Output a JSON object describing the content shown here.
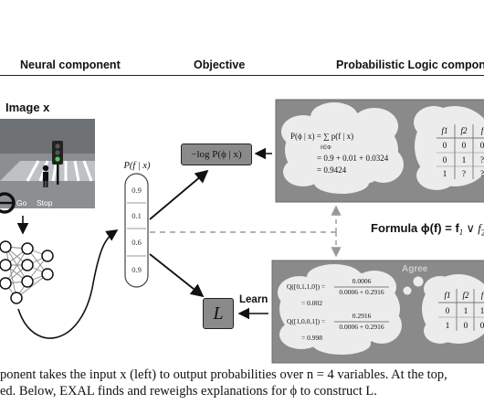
{
  "headers": {
    "neural": "Neural component",
    "objective": "Objective",
    "probabilistic": "Probabilistic Logic componen"
  },
  "image_label": "Image x",
  "scene": {
    "go": "Go",
    "stop": "Stop"
  },
  "prob_vector": {
    "label": "P(f | x)",
    "values": [
      "0.9",
      "0.1",
      "0.6",
      "0.9"
    ]
  },
  "objective_box": "−log P(ϕ | x)",
  "learn_label": "Learn",
  "L_box": "L",
  "formula_prefix": "Formula ϕ(f) = f",
  "top_cloud": {
    "lines": [
      "P(ϕ | x) = ∑ p(f | x)",
      "f∈Φ",
      "= 0.9 + 0.01 + 0.0324",
      "= 0.9424"
    ],
    "table_headers": [
      "f1",
      "f2",
      "f"
    ],
    "table_rows": [
      [
        "0",
        "0",
        "0"
      ],
      [
        "0",
        "1",
        "?"
      ],
      [
        "1",
        "?",
        "?"
      ]
    ]
  },
  "agree_label": "Agree",
  "bottom_cloud": {
    "q1_lhs": "Q([0,1,1,0]) =",
    "q1_num": "0.0006",
    "q1_den": "0.0006 + 0.2916",
    "q1_res": "= 0.002",
    "q2_lhs": "Q([1,0,0,1]) =",
    "q2_num": "0.2916",
    "q2_den": "0.0006 + 0.2916",
    "q2_res": "= 0.998",
    "table_headers": [
      "f1",
      "f2",
      "f"
    ],
    "table_rows": [
      [
        "0",
        "1",
        "1"
      ],
      [
        "1",
        "0",
        "0"
      ]
    ]
  },
  "caption": [
    "ponent takes the input x (left) to output probabilities over n = 4 variables. At the top,",
    "ed. Below, EXAL finds and reweighs explanations for ϕ to construct L."
  ]
}
